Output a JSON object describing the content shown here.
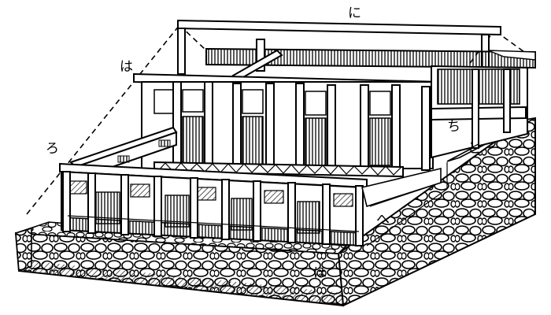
{
  "labels": {
    "ni": "に",
    "ha": "は",
    "ro": "ろ",
    "chi": "ち",
    "to": "と",
    "he": "へ",
    "ho": "ほ"
  },
  "colors": {
    "ink": "#000000",
    "paper": "#ffffff"
  }
}
